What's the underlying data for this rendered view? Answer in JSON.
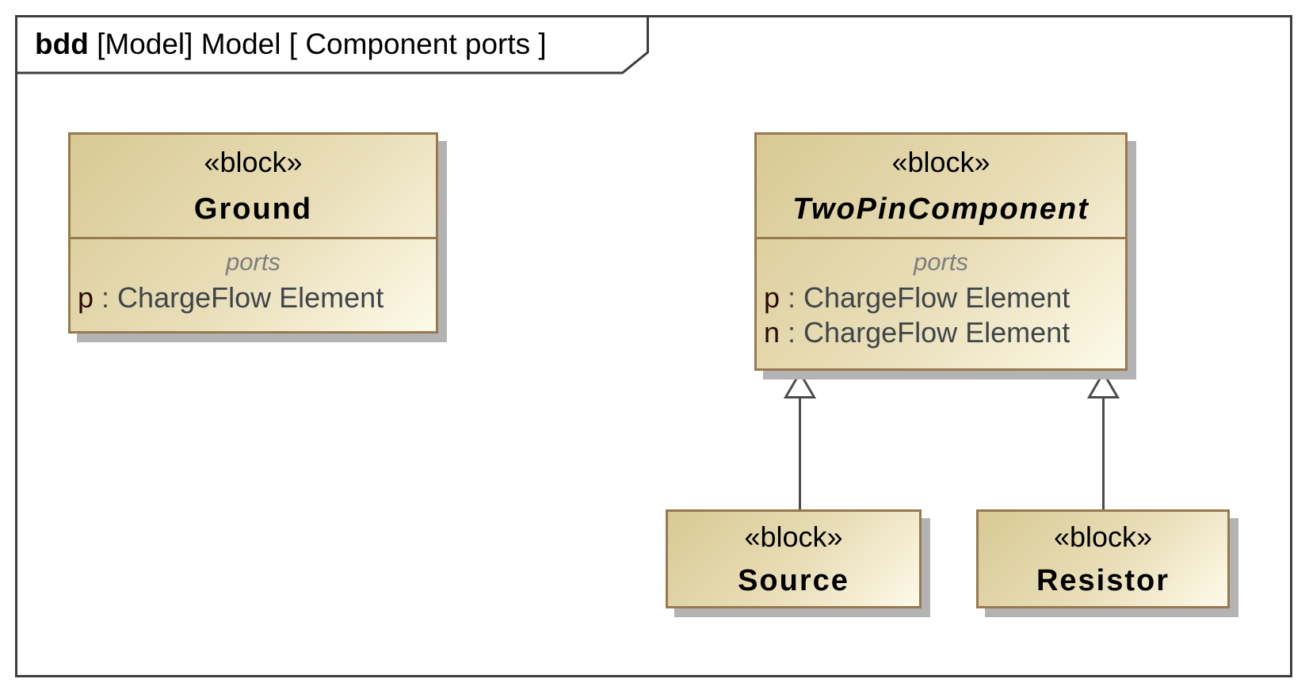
{
  "frame": {
    "kind": "bdd",
    "title": " [Model] Model [ Component ports ]"
  },
  "blocks": {
    "ground": {
      "stereotype": "«block»",
      "name": "Ground",
      "abstract": false,
      "ports_label": "ports",
      "ports": [
        {
          "name": "p",
          "sep": " : ",
          "type": "ChargeFlow Element"
        }
      ]
    },
    "two_pin_component": {
      "stereotype": "«block»",
      "name": "TwoPinComponent",
      "abstract": true,
      "ports_label": "ports",
      "ports": [
        {
          "name": "p",
          "sep": " : ",
          "type": "ChargeFlow Element"
        },
        {
          "name": "n",
          "sep": " : ",
          "type": "ChargeFlow Element"
        }
      ]
    },
    "source": {
      "stereotype": "«block»",
      "name": "Source",
      "abstract": false
    },
    "resistor": {
      "stereotype": "«block»",
      "name": "Resistor",
      "abstract": false
    }
  },
  "relationships": [
    {
      "type": "generalization",
      "from": "Source",
      "to": "TwoPinComponent"
    },
    {
      "type": "generalization",
      "from": "Resistor",
      "to": "TwoPinComponent"
    }
  ],
  "colors": {
    "frame_border": "#3e3e3e",
    "block_border": "#97794f",
    "block_fill_start": "#d8c994",
    "block_fill_end": "#fdfae9",
    "block_shadow": "#b3b3b3",
    "edge_line": "#4c4c4c",
    "arrowhead_fill": "#ffffff",
    "port_name_color": "#2b0a04",
    "port_type_color": "#3f4549",
    "ports_label_color": "#7d7e80"
  }
}
